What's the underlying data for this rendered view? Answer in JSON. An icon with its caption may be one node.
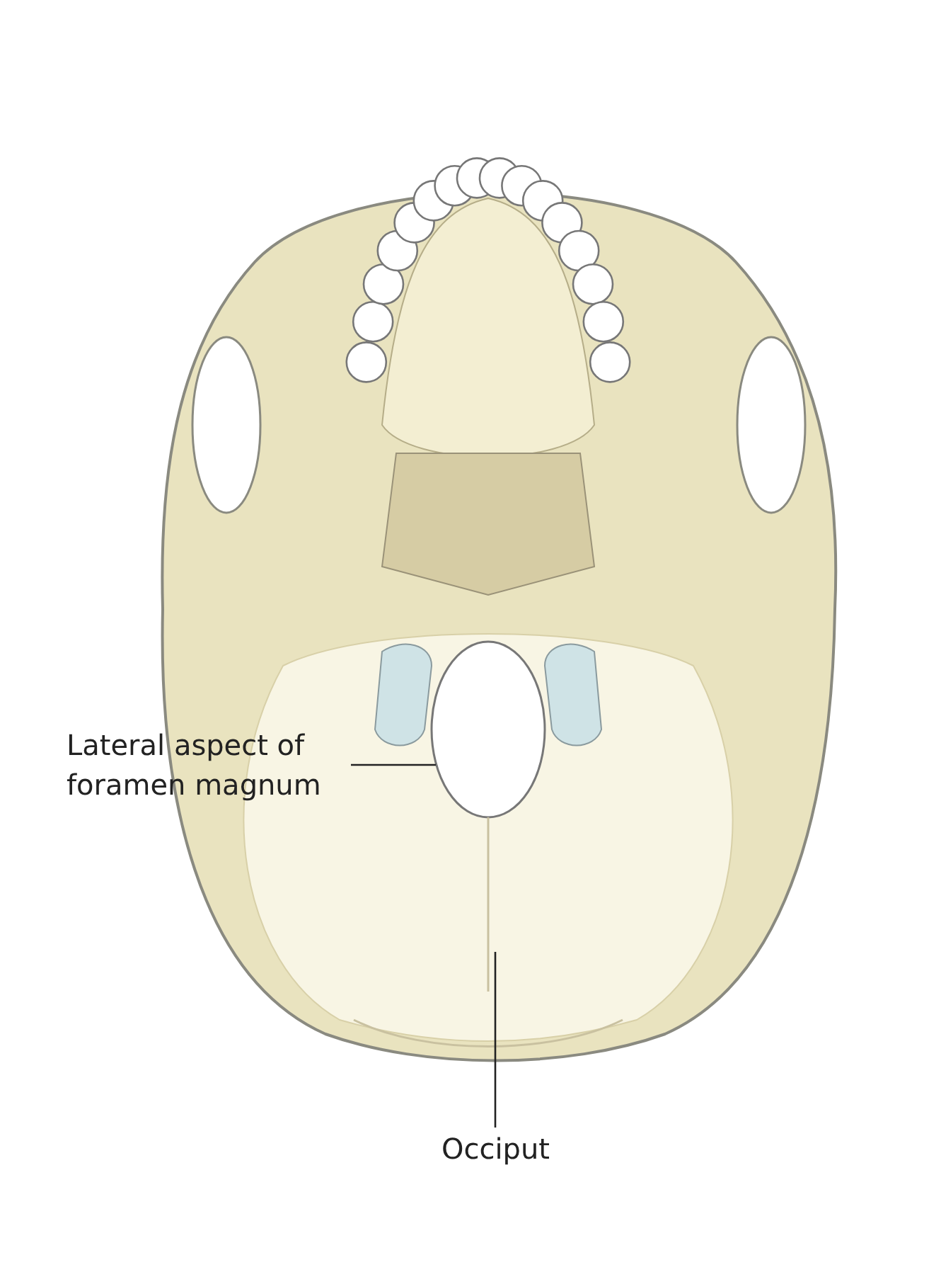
{
  "diagram": {
    "nodes": [
      {
        "text": [
          "Lateral aspect of foramen magnum"
        ]
      },
      {
        "text": [
          "Occiput"
        ]
      }
    ],
    "edges": [
      {
        "from": 0,
        "to": null,
        "arrow": "none"
      },
      {
        "from": 1,
        "to": null,
        "arrow": "none"
      }
    ]
  }
}
